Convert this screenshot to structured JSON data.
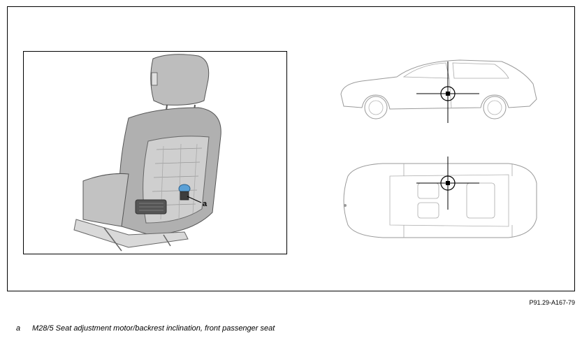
{
  "figure": {
    "id": "P91.29-A167-79",
    "callout_letter": "a"
  },
  "legend": [
    {
      "key": "a",
      "text": "M28/5 Seat adjustment motor/backrest inclination, front passenger seat"
    }
  ],
  "colors": {
    "seat_fill": "#b4b4b4",
    "seat_dark": "#7a7a7a",
    "highlight_blue": "#5aa0d6",
    "car_line": "#9a9a9a"
  },
  "icons": {
    "seat_illustration": "car-seat-icon",
    "car_side_view": "car-side-view-icon",
    "car_top_view": "car-top-view-icon",
    "crosshair": "crosshair-icon"
  }
}
